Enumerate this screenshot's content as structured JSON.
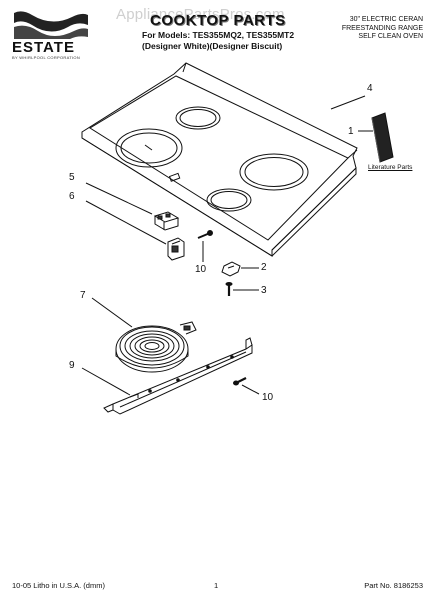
{
  "watermark": "AppliancePartsPros.com",
  "brand": {
    "name": "ESTATE",
    "sub": "BY WHIRLPOOL CORPORATION"
  },
  "header": {
    "title": "COOKTOP PARTS",
    "models": "For Models: TES355MQ2, TES355MT2",
    "variants": "(Designer White)(Designer Biscuit)",
    "description": [
      "30\" ELECTRIC CERAN",
      "FREESTANDING RANGE",
      "SELF CLEAN OVEN"
    ]
  },
  "callouts": {
    "c1": "1",
    "c2": "2",
    "c3": "3",
    "c4": "4",
    "c5": "5",
    "c6": "6",
    "c7": "7",
    "c9": "9",
    "c10a": "10",
    "c10b": "10"
  },
  "literature_label": "Literature Parts",
  "footer": {
    "left": "10-05 Litho in U.S.A. (dmm)",
    "center": "1",
    "right": "Part No. 8186253"
  }
}
